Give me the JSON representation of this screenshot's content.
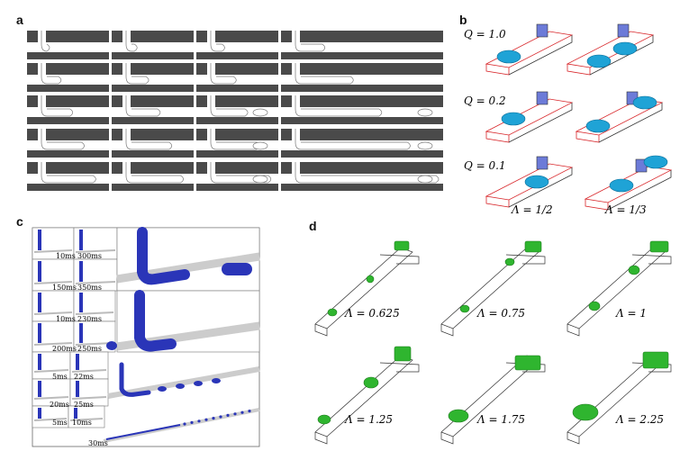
{
  "panels": {
    "a": {
      "letter": "a"
    },
    "b": {
      "letter": "b",
      "q_labels": [
        "Q = 1.0",
        "Q = 0.2",
        "Q = 0.1"
      ],
      "lambda_labels": [
        "Λ = 1/2",
        "Λ = 1/3"
      ]
    },
    "c": {
      "letter": "c",
      "times": [
        "10ms",
        "300ms",
        "150ms",
        "350ms",
        "10ms",
        "230ms",
        "200ms",
        "250ms",
        "5ms",
        "22ms",
        "20ms",
        "25ms",
        "5ms",
        "10ms",
        "30ms"
      ]
    },
    "d": {
      "letter": "d",
      "lambda_labels": [
        "Λ = 0.625",
        "Λ = 0.75",
        "Λ = 1",
        "Λ = 1.25",
        "Λ = 1.75",
        "Λ = 2.25"
      ]
    }
  },
  "colors": {
    "channel_wall": "#4a4a4a",
    "blue_drop": "#1fa3d6",
    "green_drop": "#2fb52f",
    "red_frame": "#d8262a",
    "dark_blue": "#2a35b8"
  }
}
